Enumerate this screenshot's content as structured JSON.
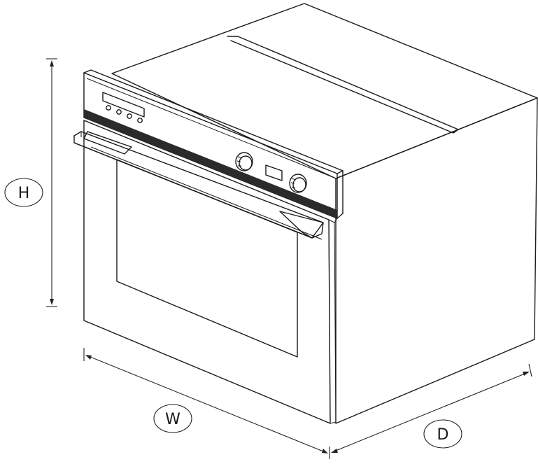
{
  "dimensions": {
    "height_label": "H",
    "width_label": "W",
    "depth_label": "D"
  },
  "colors": {
    "line": "#1a1a1a",
    "background": "#ffffff",
    "panel_dark": "#2b2b2b"
  }
}
